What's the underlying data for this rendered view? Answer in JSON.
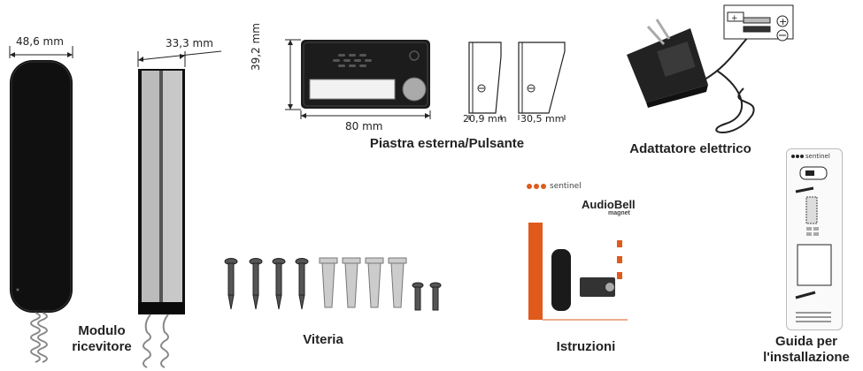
{
  "handset": {
    "width_dim": "48,6 mm",
    "depth_dim": "33,3 mm",
    "caption_line1": "Modulo",
    "caption_line2": "ricevitore"
  },
  "plate": {
    "height_dim": "39,2 mm",
    "width_dim": "80 mm",
    "caption": "Piastra esterna/Pulsante",
    "bracket1_dim": "20,9 mm",
    "bracket2_dim": "30,5 mm"
  },
  "adapter": {
    "caption": "Adattatore elettrico"
  },
  "screws": {
    "caption": "Viteria"
  },
  "manual": {
    "caption": "Istruzioni",
    "brand": "sentinel",
    "title": "AudioBell",
    "subtitle": "magnet"
  },
  "guide": {
    "caption_line1": "Guida per",
    "caption_line2": "l'installazione",
    "brand": "sentinel"
  }
}
